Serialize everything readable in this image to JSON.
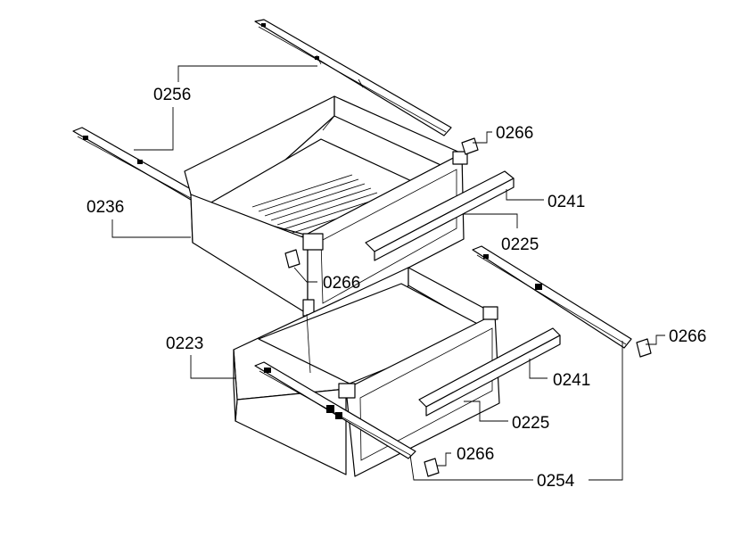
{
  "labels": {
    "rail_top_left": "0256",
    "stop_top_right": "0266",
    "handle_top": "0241",
    "drawer_top": "0236",
    "trim_top": "0225",
    "stop_mid": "0266",
    "drawer_bottom": "0223",
    "handle_bottom": "0241",
    "trim_bottom": "0225",
    "stop_right": "0266",
    "stop_bottom": "0266",
    "rail_bottom": "0254"
  }
}
